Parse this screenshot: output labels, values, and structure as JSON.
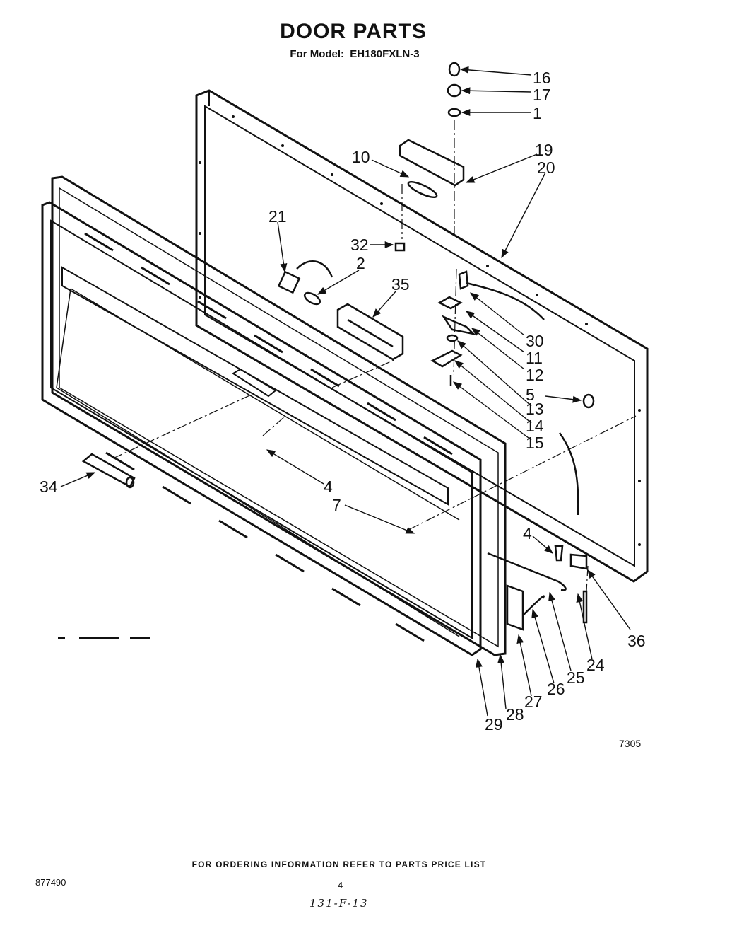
{
  "header": {
    "title": "DOOR PARTS",
    "model_prefix": "For Model:",
    "model_number": "EH180FXLN-3"
  },
  "callouts": {
    "c16": "16",
    "c17": "17",
    "c1": "1",
    "c19": "19",
    "c20": "20",
    "c10": "10",
    "c21": "21",
    "c32": "32",
    "c2": "2",
    "c35": "35",
    "c30": "30",
    "c11": "11",
    "c12": "12",
    "c5": "5",
    "c13": "13",
    "c14": "14",
    "c15": "15",
    "c4a": "4",
    "c34": "34",
    "c7": "7",
    "c4b": "4",
    "c36": "36",
    "c24": "24",
    "c25": "25",
    "c26": "26",
    "c27": "27",
    "c28": "28",
    "c29": "29"
  },
  "figure_code": "7305",
  "footer": {
    "note": "FOR ORDERING INFORMATION REFER TO PARTS PRICE LIST",
    "doc_number": "877490",
    "page_number": "4",
    "handwritten_code": "131-F-13"
  }
}
